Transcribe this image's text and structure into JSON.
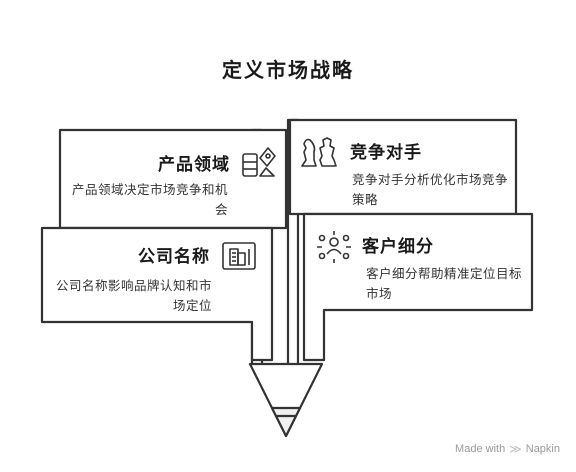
{
  "title": "定义市场战略",
  "cards": {
    "product_domain": {
      "title": "产品领域",
      "desc": "产品领域决定市场竞争和机会"
    },
    "competitor": {
      "title": "竞争对手",
      "desc": "竞争对手分析优化市场竞争策略"
    },
    "company_name": {
      "title": "公司名称",
      "desc": "公司名称影响品牌认知和市场定位"
    },
    "segmentation": {
      "title": "客户细分",
      "desc": "客户细分帮助精准定位目标市场"
    }
  },
  "watermark": {
    "text": "Made with",
    "brand": "Napkin"
  },
  "colors": {
    "stroke": "#333333",
    "fill": "#ffffff",
    "text": "#222222",
    "watermark": "#9a9a9a"
  }
}
